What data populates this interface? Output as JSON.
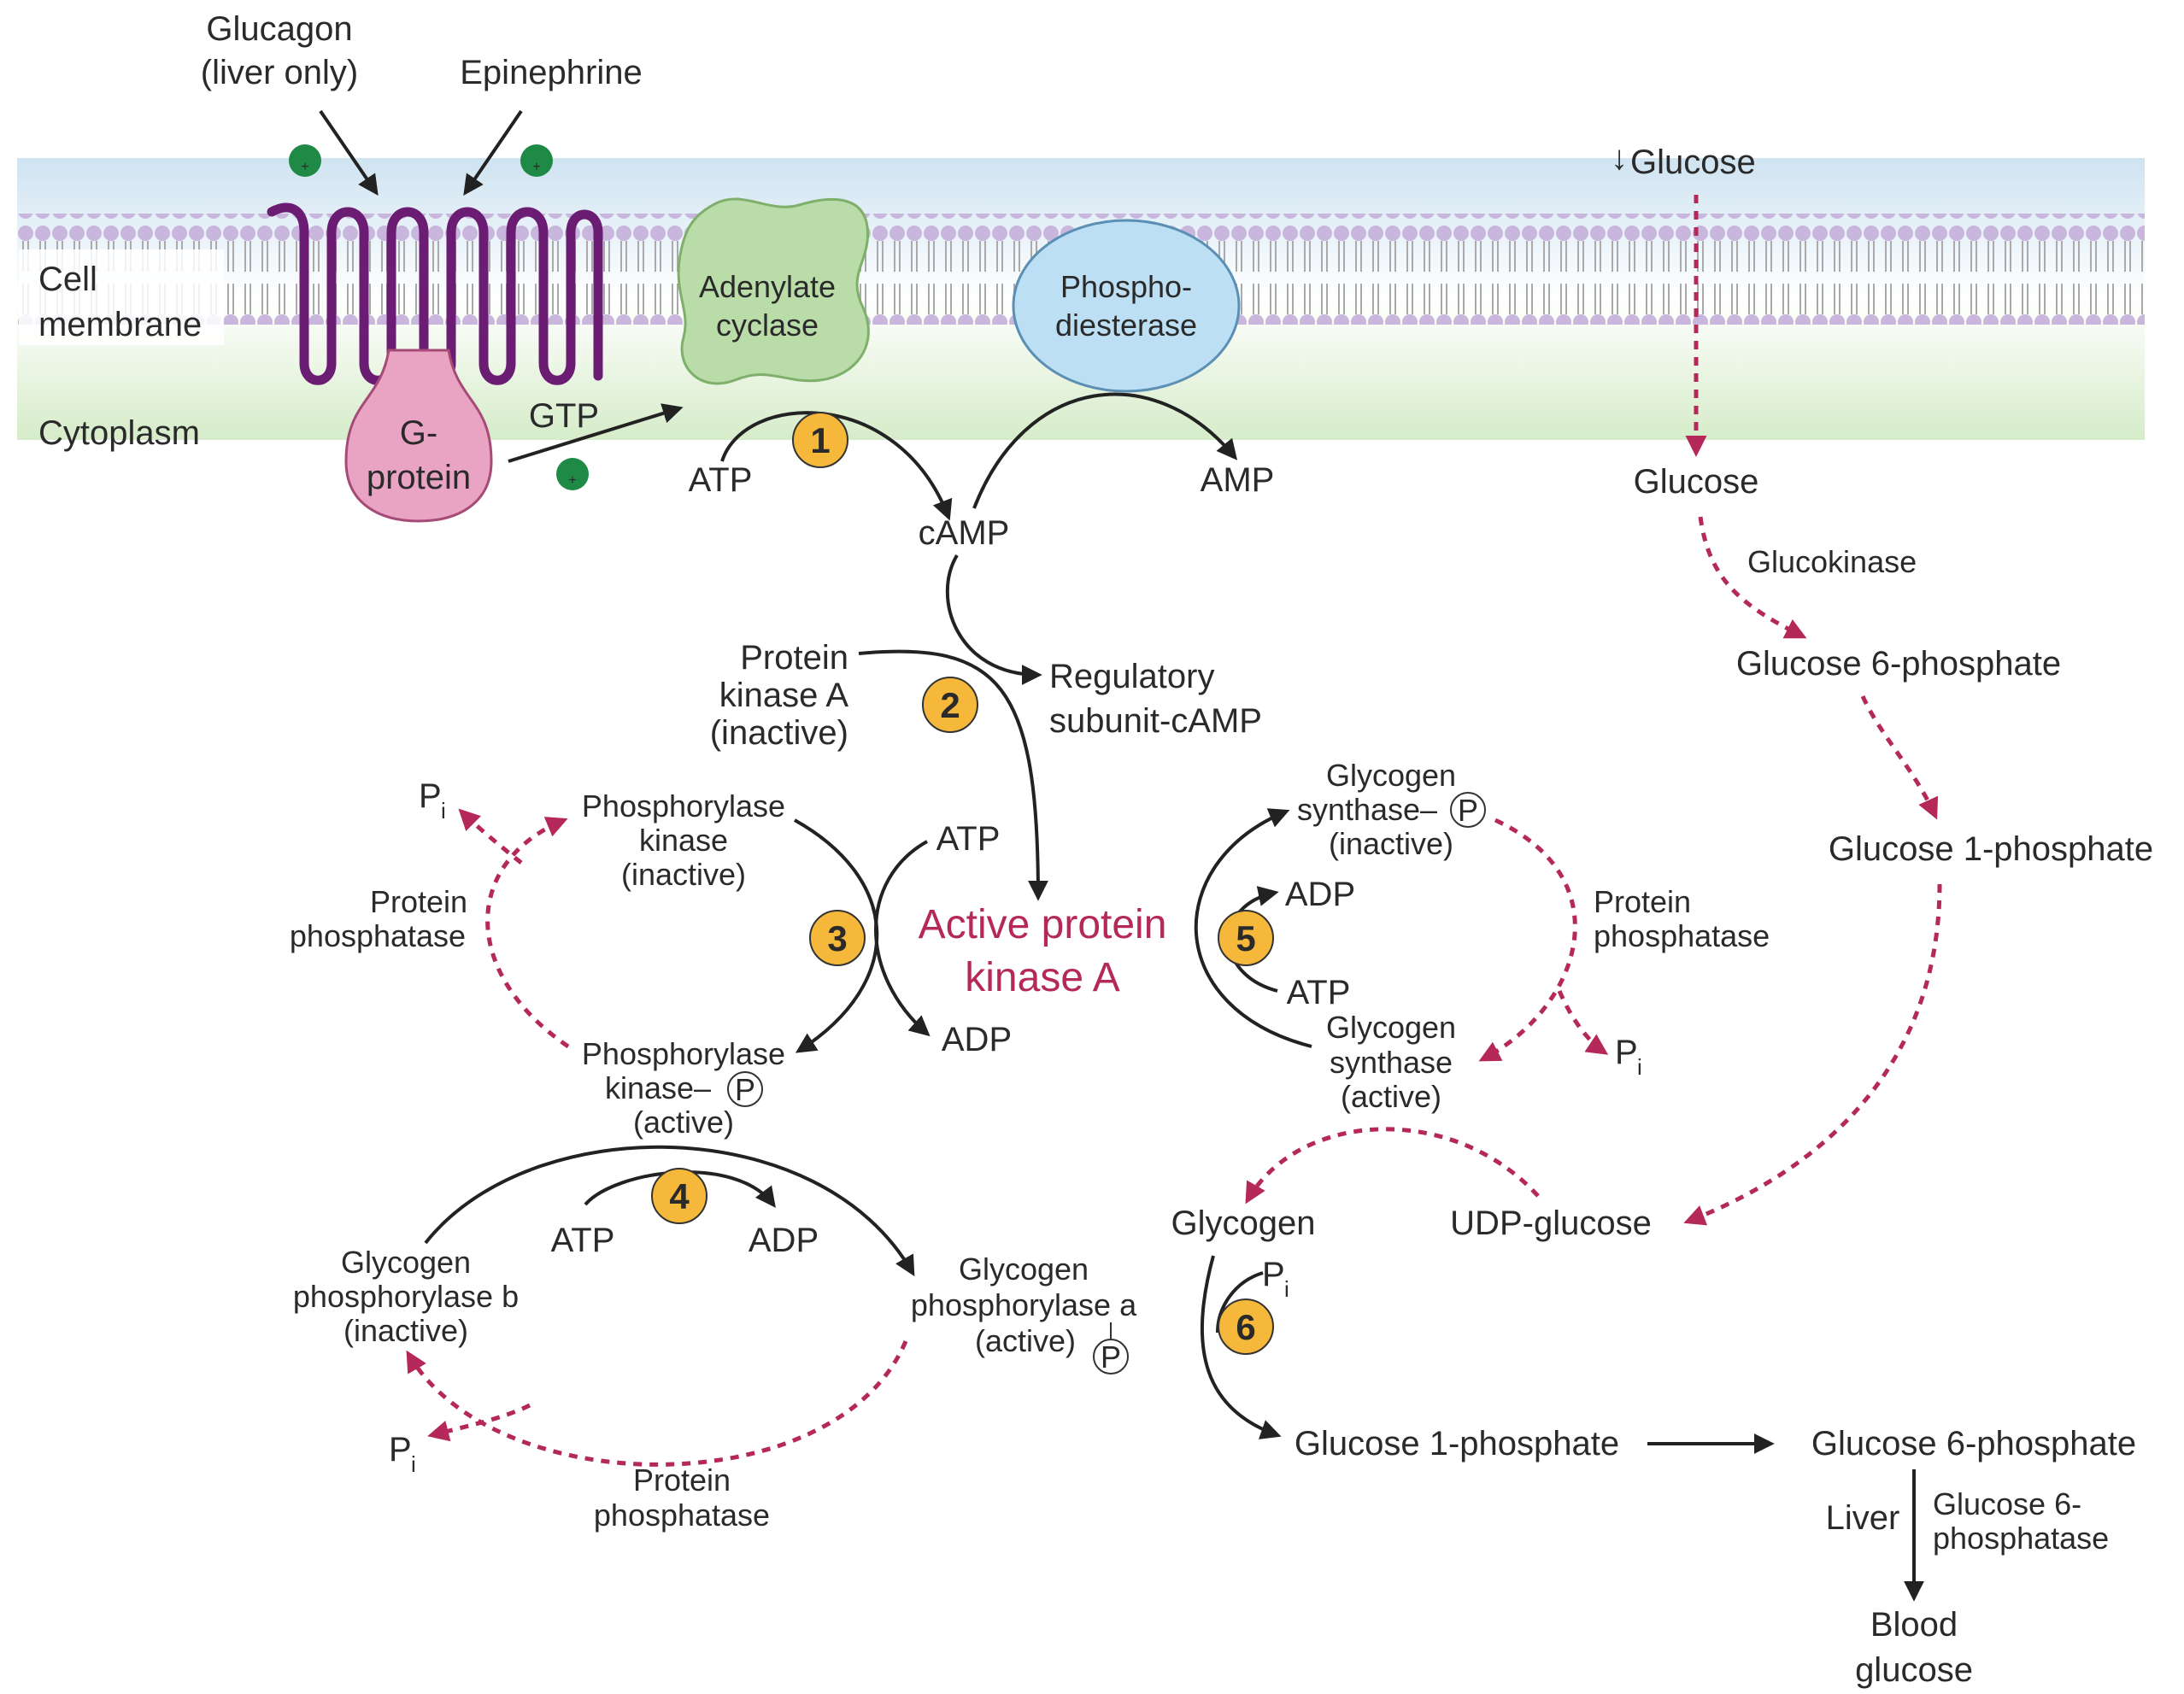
{
  "colors": {
    "membrane_top": "#cfe3f1",
    "membrane_bottom": "#d6ecc9",
    "lipid_head": "#c9b6dc",
    "receptor": "#6b1c73",
    "g_protein": "#e9a3c3",
    "adenylate_cyclase": "#b9dca8",
    "phosphodiesterase": "#bcdff4",
    "step_badge": "#f5b83a",
    "stimulation_badge": "#1f8a45",
    "dashed_pathway": "#b5285a",
    "active_enzyme_text": "#b5285a"
  },
  "membrane": {
    "cell_membrane": [
      "Cell",
      "membrane"
    ],
    "cytoplasm": "Cytoplasm"
  },
  "signals": {
    "glucagon": [
      "Glucagon",
      "(liver only)"
    ],
    "epinephrine": "Epinephrine",
    "plus": "+"
  },
  "proteins": {
    "g_protein": [
      "G-",
      "protein"
    ],
    "adenylate_cyclase": [
      "Adenylate",
      "cyclase"
    ],
    "phosphodiesterase": [
      "Phospho-",
      "diesterase"
    ]
  },
  "steps": [
    "1",
    "2",
    "3",
    "4",
    "5",
    "6"
  ],
  "camp_branch": {
    "gtp": "GTP",
    "atp": "ATP",
    "camp": "cAMP",
    "amp": "AMP",
    "pka_inactive": [
      "Protein",
      "kinase A",
      "(inactive)"
    ],
    "regulatory": [
      "Regulatory",
      "subunit-cAMP"
    ],
    "active_pka": [
      "Active protein",
      "kinase A"
    ]
  },
  "phosphorylase_kinase": {
    "inactive": [
      "Phosphorylase",
      "kinase",
      "(inactive)"
    ],
    "active": [
      "Phosphorylase",
      "kinase–",
      "(active)"
    ],
    "atp": "ATP",
    "adp": "ADP",
    "phosphatase": [
      "Protein",
      "phosphatase"
    ],
    "pi": "P",
    "pi_sub": "i",
    "p": "P"
  },
  "glycogen_phosphorylase": {
    "b_inactive": [
      "Glycogen",
      "phosphorylase b",
      "(inactive)"
    ],
    "a_active": [
      "Glycogen",
      "phosphorylase a",
      "(active)"
    ],
    "atp": "ATP",
    "adp": "ADP",
    "phosphatase": [
      "Protein",
      "phosphatase"
    ],
    "pi": "P",
    "pi_sub": "i",
    "p": "P"
  },
  "glycogen_synthase": {
    "inactive": [
      "Glycogen",
      "synthase–",
      "(inactive)"
    ],
    "active": [
      "Glycogen",
      "synthase",
      "(active)"
    ],
    "adp": "ADP",
    "atp": "ATP",
    "phosphatase": [
      "Protein",
      "phosphatase"
    ],
    "pi": "P",
    "pi_sub": "i",
    "p": "P"
  },
  "glucose_pathway": {
    "glucose_low": "Glucose",
    "down_arrow": "↓",
    "glucose": "Glucose",
    "glucokinase": "Glucokinase",
    "g6p": "Glucose 6-phosphate",
    "g1p": "Glucose 1-phosphate",
    "udp_glucose": "UDP-glucose",
    "glycogen": "Glycogen",
    "pi": "P",
    "pi_sub": "i",
    "g1p_bottom": "Glucose 1-phosphate",
    "g6p_bottom": "Glucose 6-phosphate",
    "liver": "Liver",
    "g6pase": [
      "Glucose 6-",
      "phosphatase"
    ],
    "blood_glucose": [
      "Blood",
      "glucose"
    ]
  }
}
